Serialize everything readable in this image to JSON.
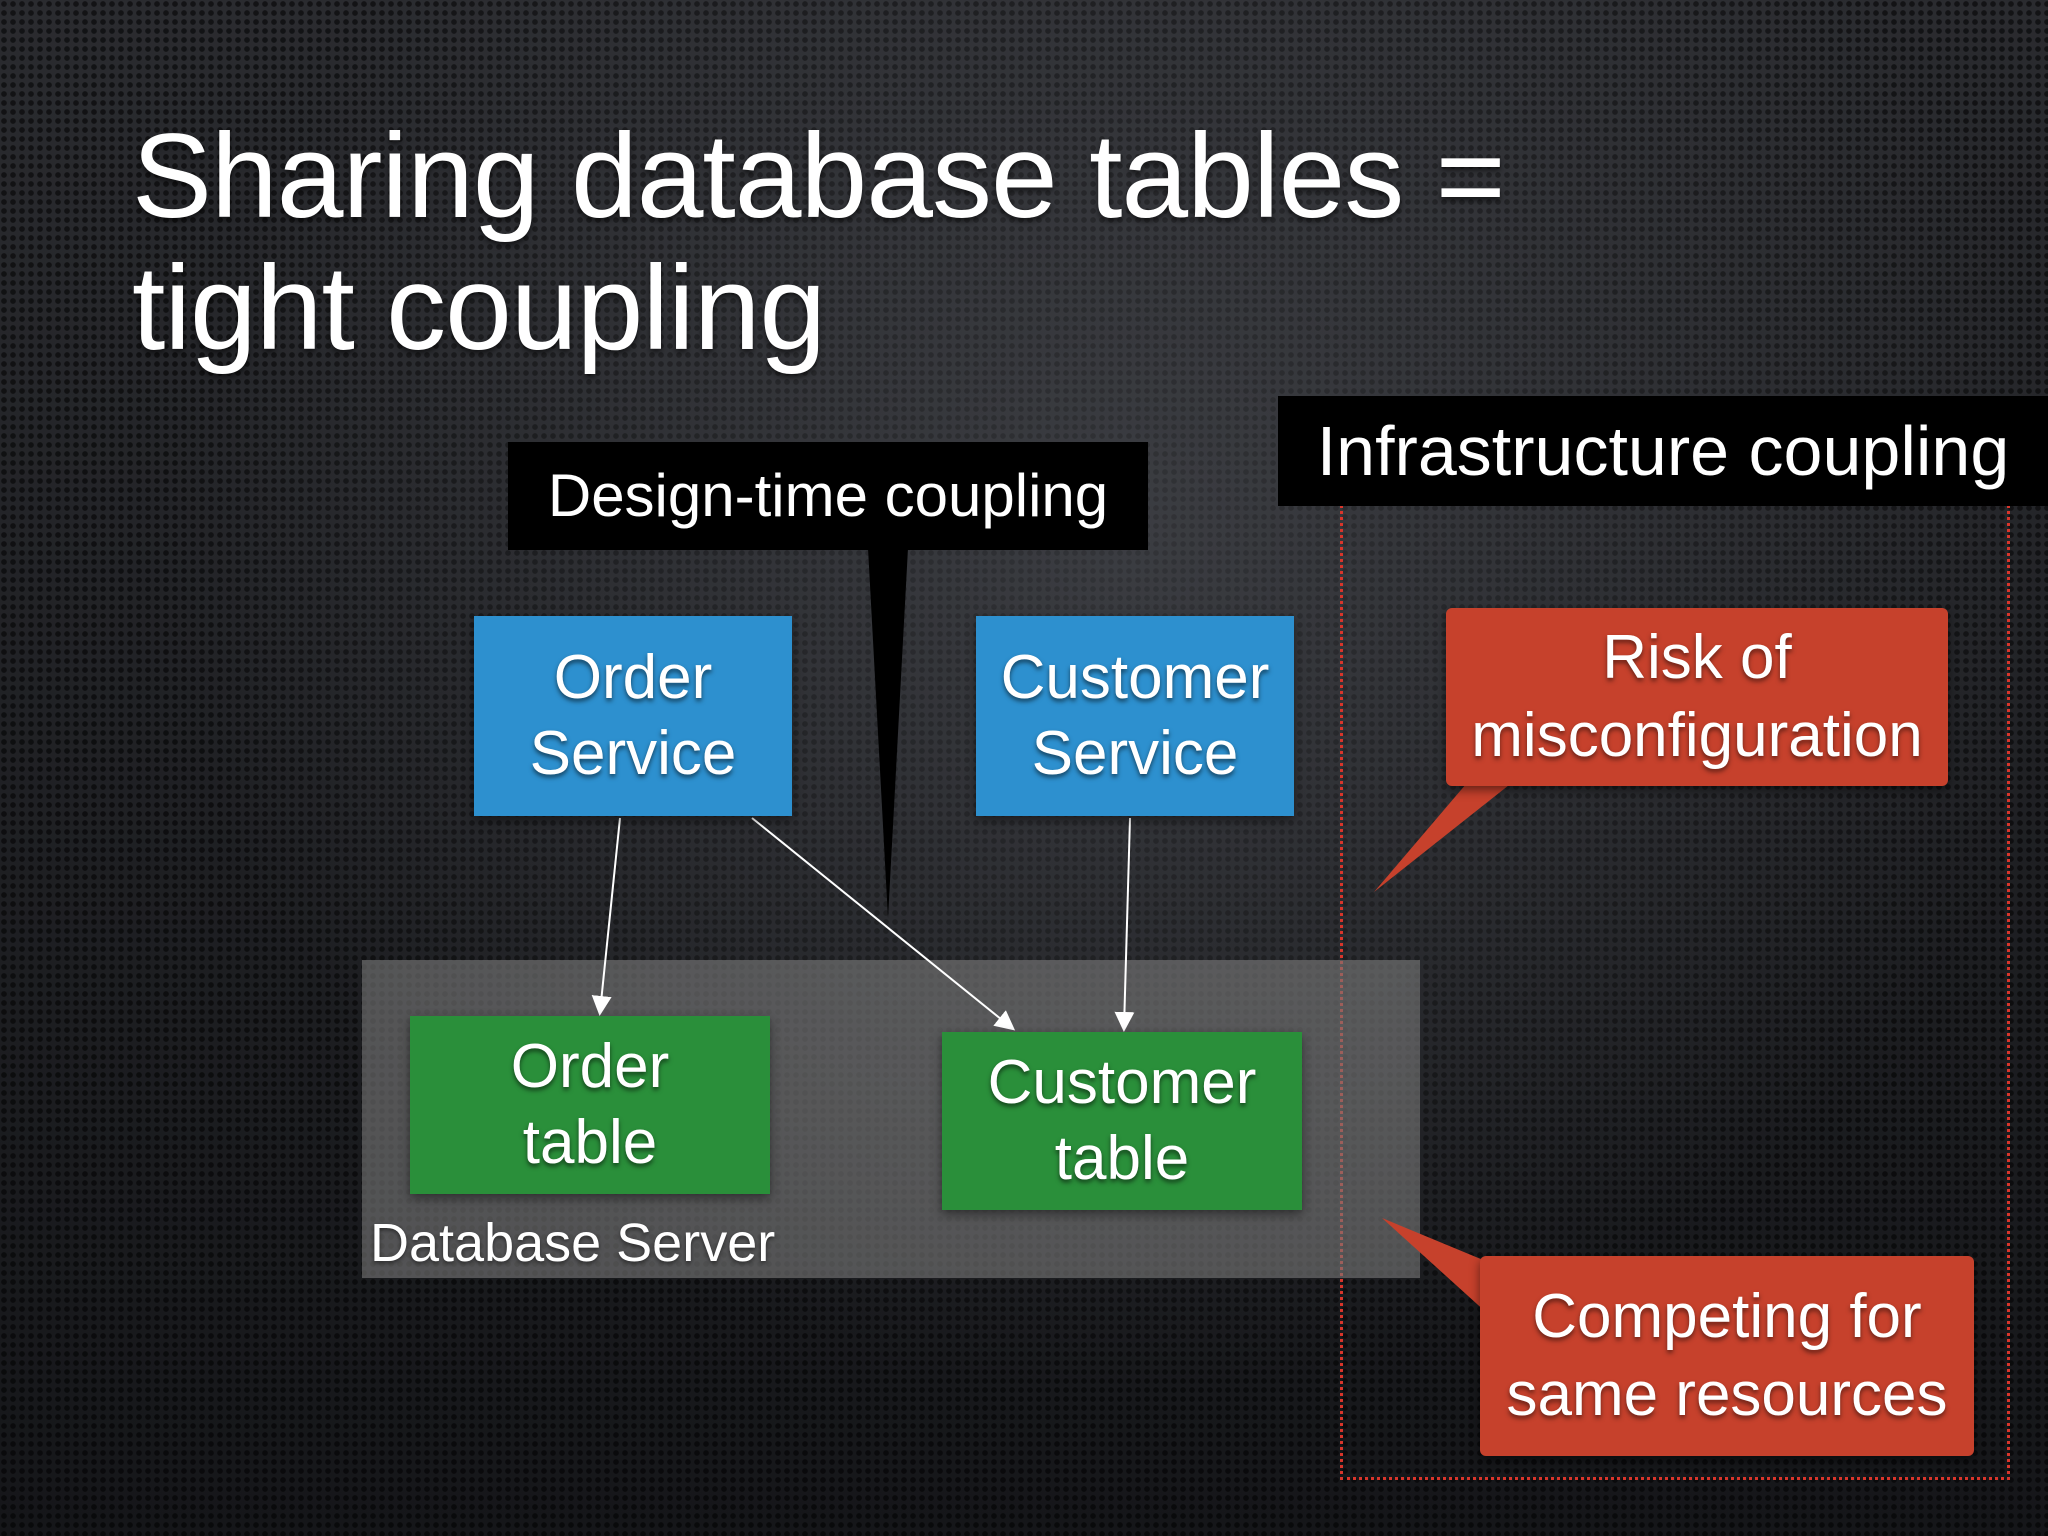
{
  "slide": {
    "title_line1": "Sharing database tables =",
    "title_line2": "tight coupling"
  },
  "labels": {
    "design_time": "Design-time coupling",
    "infrastructure": "Infrastructure coupling",
    "database_server": "Database Server"
  },
  "services": {
    "order": {
      "line1": "Order",
      "line2": "Service"
    },
    "customer": {
      "line1": "Customer",
      "line2": "Service"
    }
  },
  "tables": {
    "order": {
      "line1": "Order",
      "line2": "table"
    },
    "customer": {
      "line1": "Customer",
      "line2": "table"
    }
  },
  "callouts": {
    "risk": {
      "line1": "Risk of",
      "line2": "misconfiguration"
    },
    "competing": {
      "line1": "Competing for",
      "line2": "same resources"
    }
  },
  "colors": {
    "service": "#2d90cf",
    "table": "#2a8f3a",
    "callout": "#c6412c",
    "infra_border": "#d9352b"
  }
}
